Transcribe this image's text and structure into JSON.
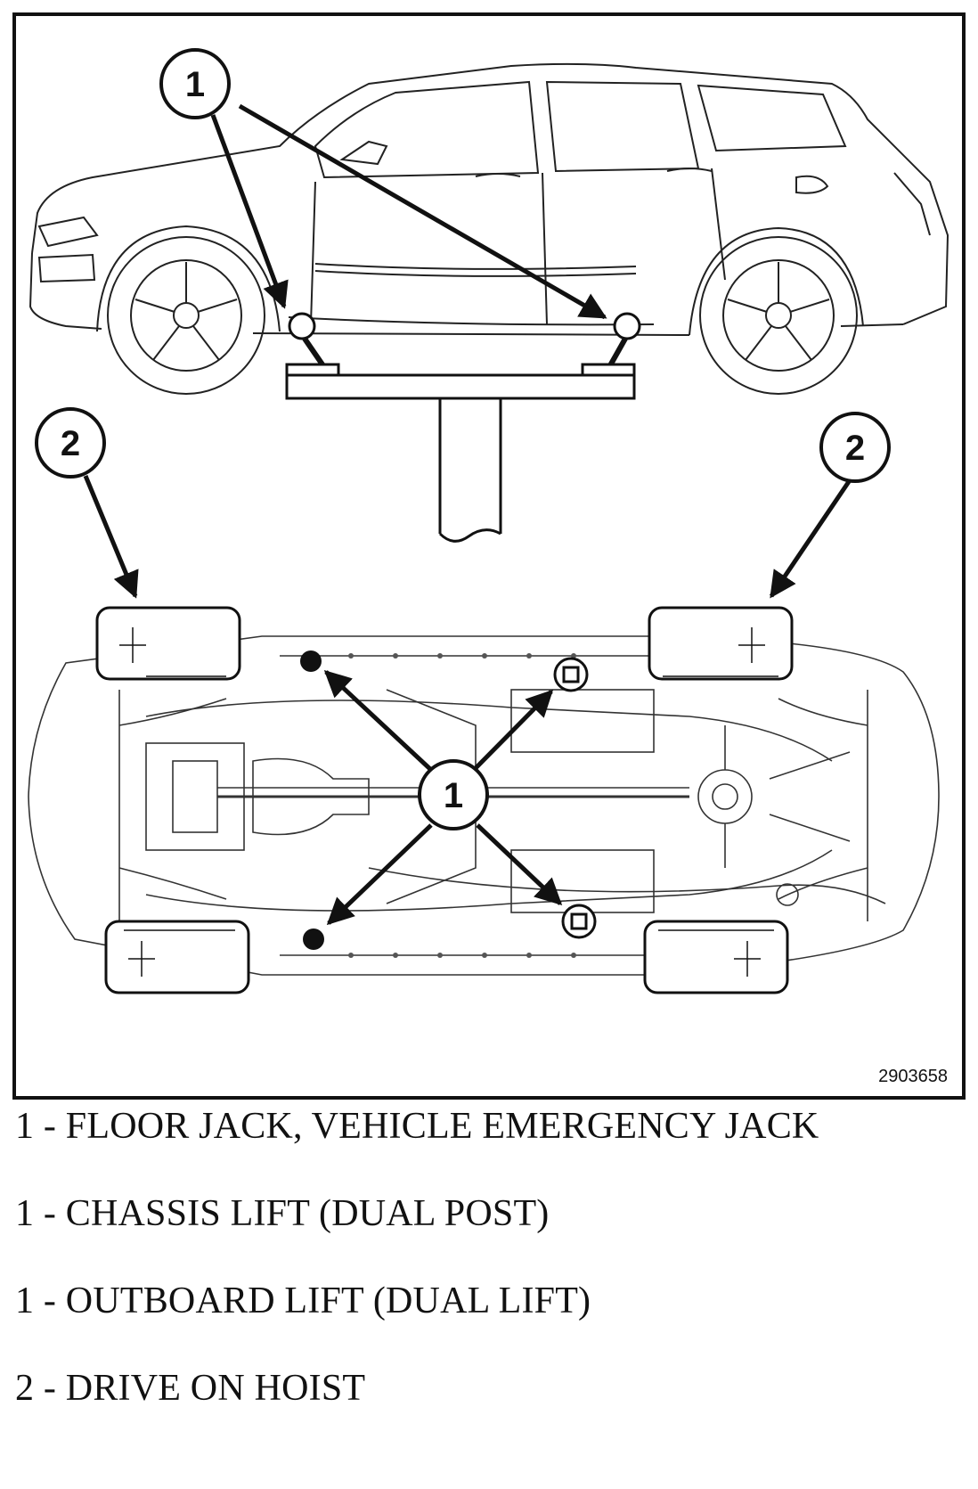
{
  "figure": {
    "id_code": "2903658",
    "callouts": {
      "one": "1",
      "two": "2"
    }
  },
  "legend": [
    {
      "text": "1 - FLOOR JACK, VEHICLE EMERGENCY JACK"
    },
    {
      "text": "1 - CHASSIS LIFT (DUAL POST)"
    },
    {
      "text": "1 - OUTBOARD LIFT (DUAL LIFT)"
    },
    {
      "text": "2 - DRIVE ON HOIST"
    }
  ]
}
